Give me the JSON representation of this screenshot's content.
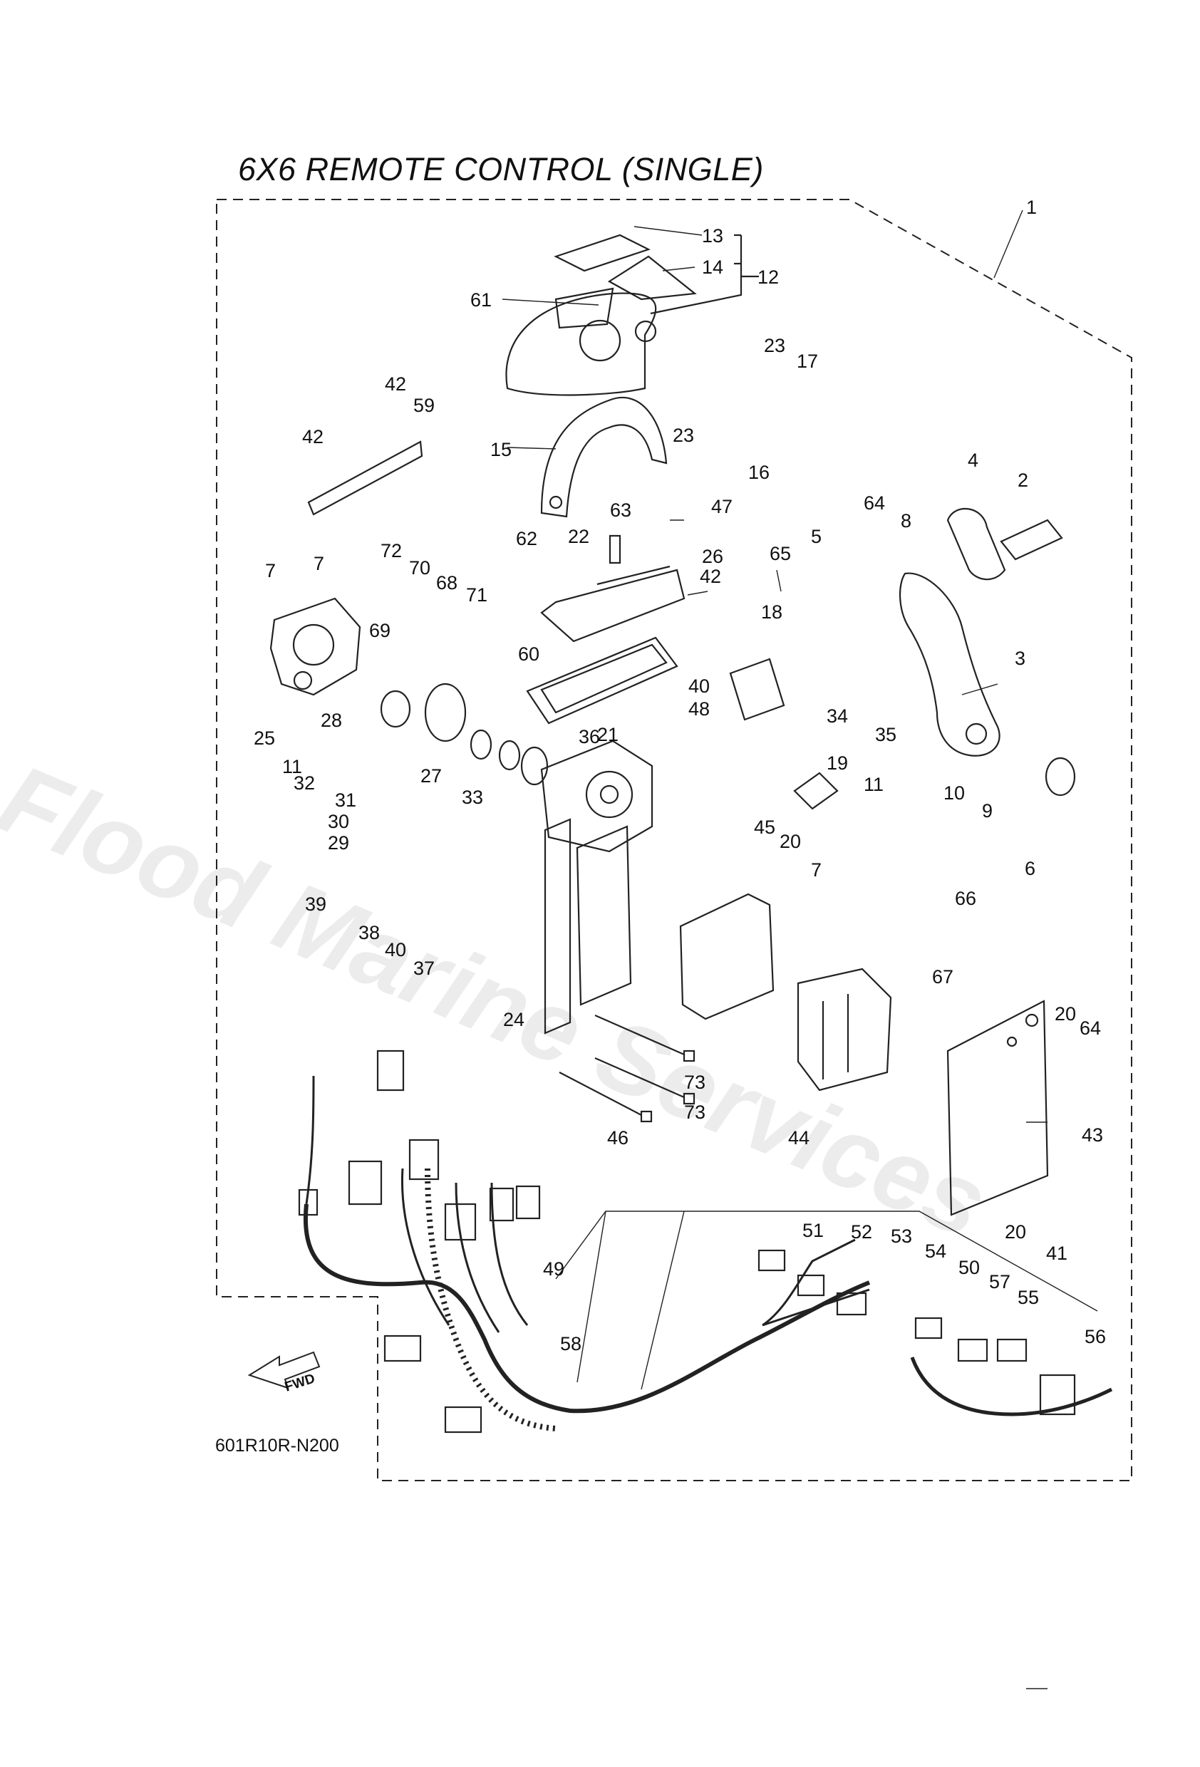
{
  "title": "6X6 REMOTE CONTROL (SINGLE)",
  "diagram_code": "601R10R-N200",
  "fwd_label": "FWD",
  "watermark": "Flood Marine Services",
  "callouts": [
    {
      "id": "c1",
      "text": "1"
    },
    {
      "id": "c2",
      "text": "2"
    },
    {
      "id": "c3",
      "text": "3"
    },
    {
      "id": "c4",
      "text": "4"
    },
    {
      "id": "c5",
      "text": "5"
    },
    {
      "id": "c6",
      "text": "6"
    },
    {
      "id": "c7a",
      "text": "7"
    },
    {
      "id": "c7b",
      "text": "7"
    },
    {
      "id": "c7c",
      "text": "7"
    },
    {
      "id": "c8",
      "text": "8"
    },
    {
      "id": "c9",
      "text": "9"
    },
    {
      "id": "c10",
      "text": "10"
    },
    {
      "id": "c11a",
      "text": "11"
    },
    {
      "id": "c11b",
      "text": "11"
    },
    {
      "id": "c12",
      "text": "12"
    },
    {
      "id": "c13",
      "text": "13"
    },
    {
      "id": "c14",
      "text": "14"
    },
    {
      "id": "c15",
      "text": "15"
    },
    {
      "id": "c16",
      "text": "16"
    },
    {
      "id": "c17",
      "text": "17"
    },
    {
      "id": "c18",
      "text": "18"
    },
    {
      "id": "c19",
      "text": "19"
    },
    {
      "id": "c20a",
      "text": "20"
    },
    {
      "id": "c20b",
      "text": "20"
    },
    {
      "id": "c20c",
      "text": "20"
    },
    {
      "id": "c21",
      "text": "21"
    },
    {
      "id": "c22",
      "text": "22"
    },
    {
      "id": "c23a",
      "text": "23"
    },
    {
      "id": "c23b",
      "text": "23"
    },
    {
      "id": "c24",
      "text": "24"
    },
    {
      "id": "c25",
      "text": "25"
    },
    {
      "id": "c26",
      "text": "26"
    },
    {
      "id": "c27",
      "text": "27"
    },
    {
      "id": "c28",
      "text": "28"
    },
    {
      "id": "c29",
      "text": "29"
    },
    {
      "id": "c30",
      "text": "30"
    },
    {
      "id": "c31",
      "text": "31"
    },
    {
      "id": "c32",
      "text": "32"
    },
    {
      "id": "c33",
      "text": "33"
    },
    {
      "id": "c34",
      "text": "34"
    },
    {
      "id": "c35",
      "text": "35"
    },
    {
      "id": "c36",
      "text": "36"
    },
    {
      "id": "c37",
      "text": "37"
    },
    {
      "id": "c38",
      "text": "38"
    },
    {
      "id": "c39",
      "text": "39"
    },
    {
      "id": "c40a",
      "text": "40"
    },
    {
      "id": "c40b",
      "text": "40"
    },
    {
      "id": "c41",
      "text": "41"
    },
    {
      "id": "c42a",
      "text": "42"
    },
    {
      "id": "c42b",
      "text": "42"
    },
    {
      "id": "c42c",
      "text": "42"
    },
    {
      "id": "c43",
      "text": "43"
    },
    {
      "id": "c44",
      "text": "44"
    },
    {
      "id": "c45",
      "text": "45"
    },
    {
      "id": "c46",
      "text": "46"
    },
    {
      "id": "c47",
      "text": "47"
    },
    {
      "id": "c48",
      "text": "48"
    },
    {
      "id": "c49",
      "text": "49"
    },
    {
      "id": "c50",
      "text": "50"
    },
    {
      "id": "c51",
      "text": "51"
    },
    {
      "id": "c52",
      "text": "52"
    },
    {
      "id": "c53",
      "text": "53"
    },
    {
      "id": "c54",
      "text": "54"
    },
    {
      "id": "c55",
      "text": "55"
    },
    {
      "id": "c56",
      "text": "56"
    },
    {
      "id": "c57",
      "text": "57"
    },
    {
      "id": "c58",
      "text": "58"
    },
    {
      "id": "c59",
      "text": "59"
    },
    {
      "id": "c60",
      "text": "60"
    },
    {
      "id": "c61",
      "text": "61"
    },
    {
      "id": "c62",
      "text": "62"
    },
    {
      "id": "c63",
      "text": "63"
    },
    {
      "id": "c64a",
      "text": "64"
    },
    {
      "id": "c64b",
      "text": "64"
    },
    {
      "id": "c65",
      "text": "65"
    },
    {
      "id": "c66",
      "text": "66"
    },
    {
      "id": "c67",
      "text": "67"
    },
    {
      "id": "c68",
      "text": "68"
    },
    {
      "id": "c69",
      "text": "69"
    },
    {
      "id": "c70",
      "text": "70"
    },
    {
      "id": "c71",
      "text": "71"
    },
    {
      "id": "c72",
      "text": "72"
    },
    {
      "id": "c73a",
      "text": "73"
    },
    {
      "id": "c73b",
      "text": "73"
    }
  ]
}
